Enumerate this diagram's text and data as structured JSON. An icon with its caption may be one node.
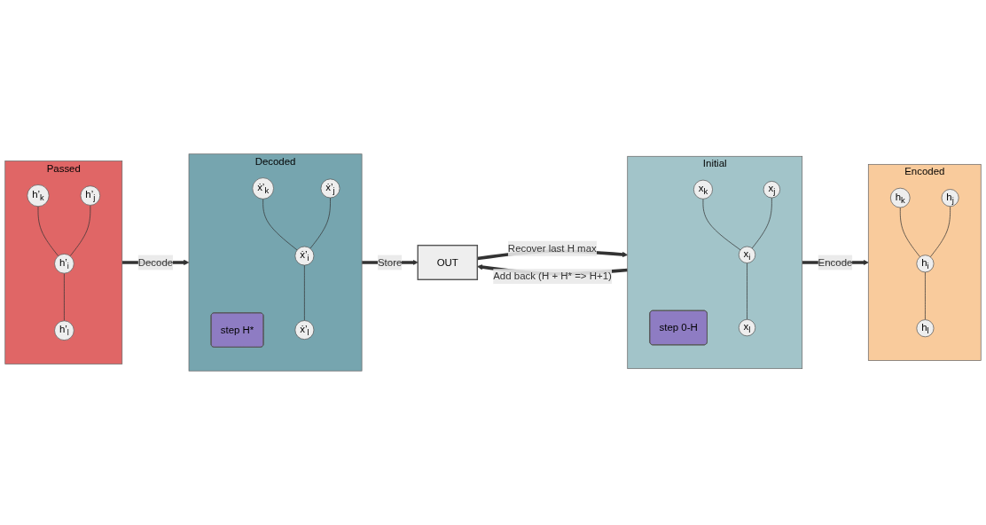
{
  "diagram": {
    "nodes": [
      {
        "text": [
          "Encoded"
        ]
      },
      {
        "text": [
          "h$_{k}$"
        ],
        "in": 0
      },
      {
        "text": [
          "h$_{j}$"
        ],
        "in": 0
      },
      {
        "text": [
          "h$_{i}$"
        ],
        "in": 0
      },
      {
        "text": [
          "h$_{l}$"
        ],
        "in": 0
      },
      {
        "text": [
          "Passed"
        ]
      },
      {
        "text": [
          "h’$_{k}$"
        ],
        "in": 5
      },
      {
        "text": [
          "h’$_{j}$"
        ],
        "in": 5
      },
      {
        "text": [
          "h’$_{i}$"
        ],
        "in": 5
      },
      {
        "text": [
          "h’$_{l}$"
        ],
        "in": 5
      },
      {
        "text": [
          "Initial"
        ]
      },
      {
        "text": [
          "step 0-H"
        ],
        "in": 10
      },
      {
        "text": [
          "x$_{k}$"
        ],
        "in": 10
      },
      {
        "text": [
          "x$_{j}$"
        ],
        "in": 10
      },
      {
        "text": [
          "x$_{i}$"
        ],
        "in": 10
      },
      {
        "text": [
          "x$_{l}$"
        ],
        "in": 10
      },
      {
        "text": [
          "OUT"
        ]
      },
      {
        "text": [
          "Decoded"
        ]
      },
      {
        "text": [
          "step H*"
        ],
        "in": 17
      },
      {
        "text": [
          "ẋ’$_{k}$"
        ],
        "in": 17
      },
      {
        "text": [
          "ẋ’$_{j}$"
        ],
        "in": 17
      },
      {
        "text": [
          "ẋ’$_{i}$"
        ],
        "in": 17
      },
      {
        "text": [
          "ẋ’$_{l}$"
        ],
        "in": 17
      }
    ],
    "edges": [
      {
        "from": 1,
        "to": 3,
        "arrow": "none"
      },
      {
        "from": 2,
        "to": 3,
        "arrow": "none"
      },
      {
        "from": 3,
        "to": 4,
        "arrow": "none"
      },
      {
        "from": 6,
        "to": 8,
        "arrow": "none"
      },
      {
        "from": 7,
        "to": 8,
        "arrow": "none"
      },
      {
        "from": 8,
        "to": 9,
        "arrow": "none"
      },
      {
        "from": 12,
        "to": 14,
        "arrow": "none"
      },
      {
        "from": 13,
        "to": 14,
        "arrow": "none"
      },
      {
        "from": 14,
        "to": 15,
        "arrow": "none"
      },
      {
        "from": 19,
        "to": 21,
        "arrow": "none"
      },
      {
        "from": 20,
        "to": 21,
        "arrow": "none"
      },
      {
        "from": 21,
        "to": 22,
        "arrow": "none"
      },
      {
        "from": 10,
        "to": 0,
        "arrow": "to",
        "label": "Encode",
        "style": "thick"
      },
      {
        "from": 5,
        "to": 17,
        "arrow": "to",
        "label": "Decode",
        "style": "thick"
      },
      {
        "from": 17,
        "to": 16,
        "arrow": "to",
        "label": "Store",
        "style": "thick"
      },
      {
        "from": 16,
        "to": 10,
        "arrow": "to",
        "label": "Recover last H max",
        "style": "thick"
      },
      {
        "from": 10,
        "to": 16,
        "arrow": "to",
        "label": "Add back (H + H* => H+1)",
        "style": "thick"
      }
    ]
  }
}
